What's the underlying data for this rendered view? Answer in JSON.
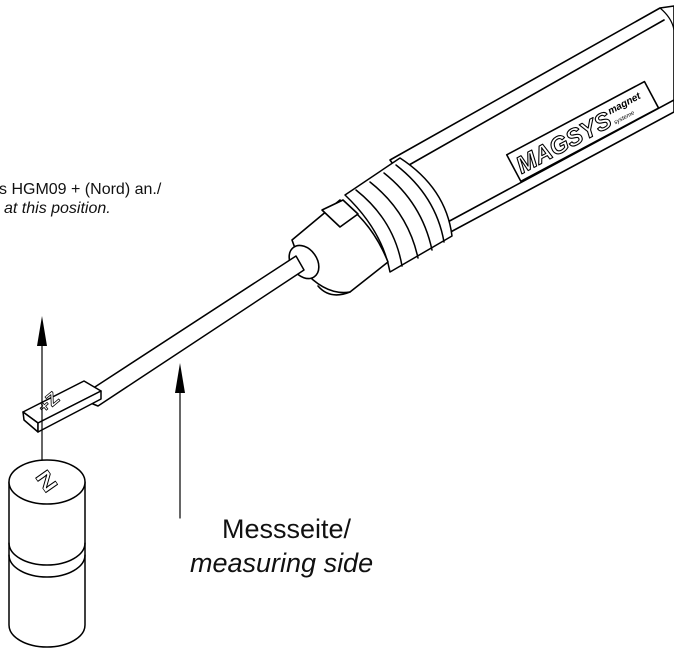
{
  "labels": {
    "note_de": "s HGM09 + (Nord) an./",
    "note_en": "at this position.",
    "side_de": "Messseite/",
    "side_en": "measuring side",
    "probe_marking": "+Z",
    "magnet_marking": "N"
  },
  "logo": {
    "brand": "MAGSYS",
    "tagline_1": "magnet",
    "tagline_2": "systeme"
  }
}
